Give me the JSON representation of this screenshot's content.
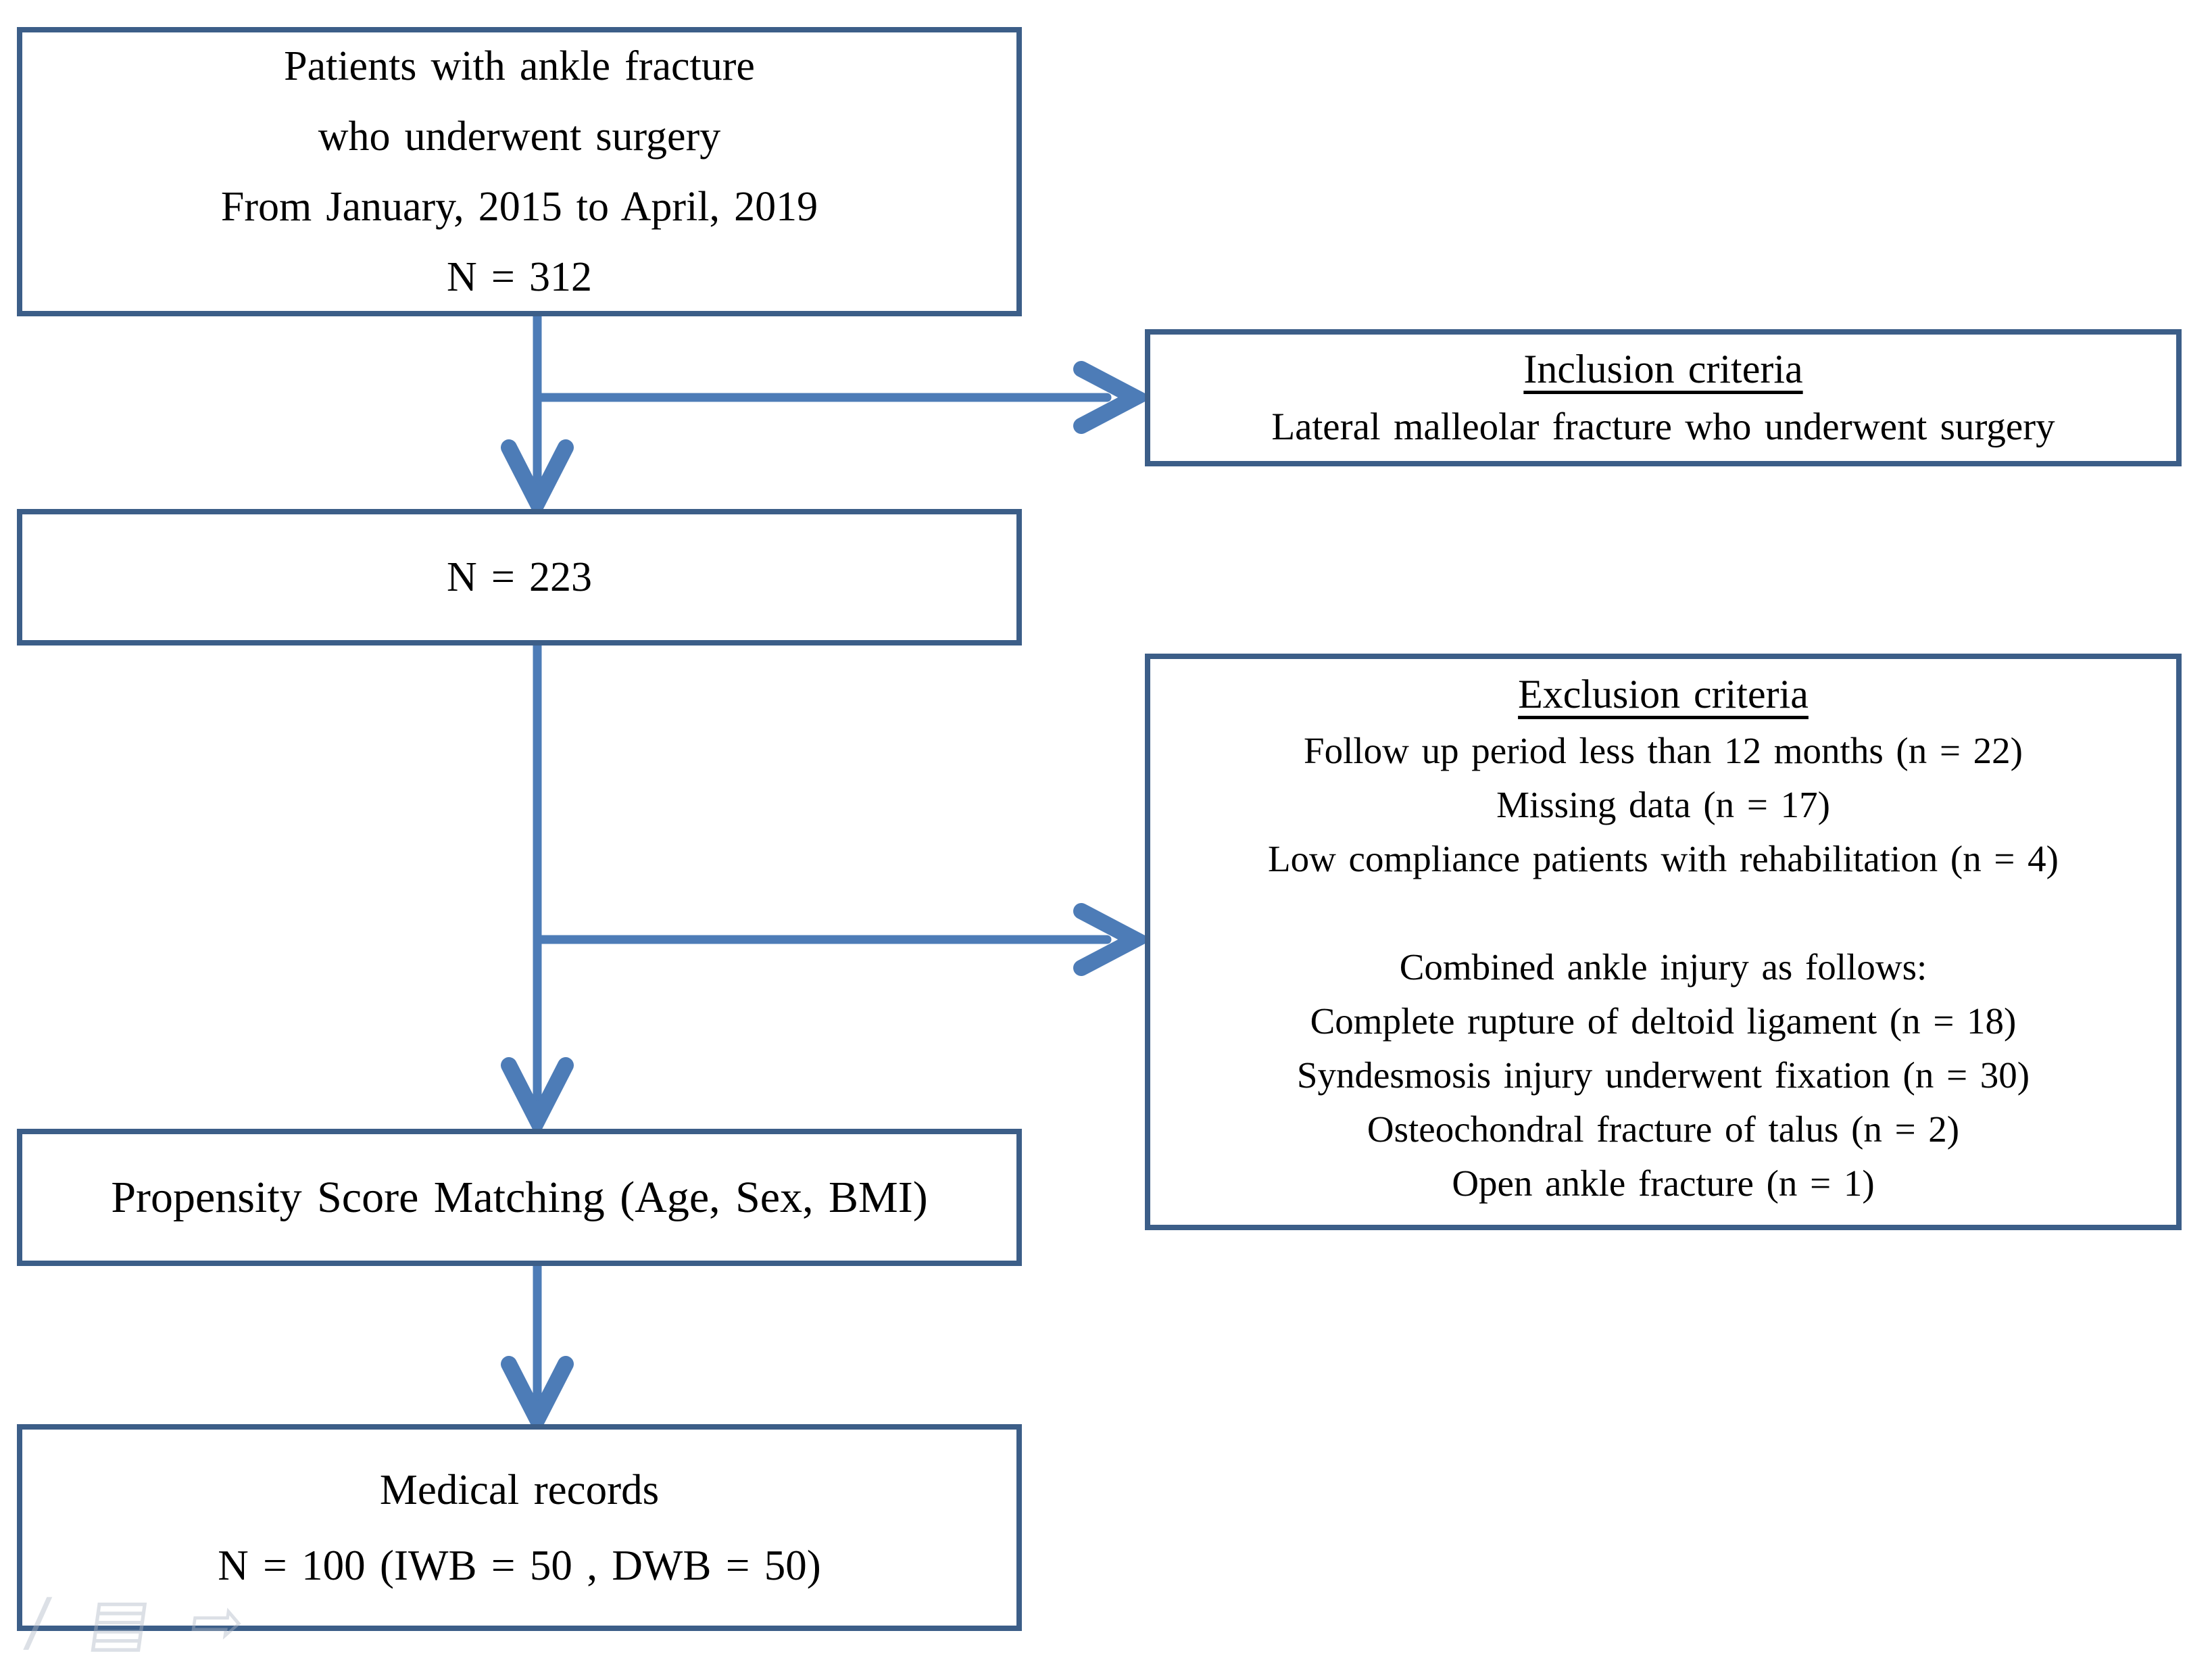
{
  "flow": {
    "colors": {
      "border": "#3c5e88",
      "arrow": "#4d7cb7",
      "text": "#000000",
      "background": "#ffffff"
    },
    "boxes": {
      "start": {
        "lines": [
          "Patients with ankle fracture",
          "who underwent surgery",
          "From January, 2015 to April, 2019",
          "N = 312"
        ]
      },
      "inclusion": {
        "title": "Inclusion criteria",
        "lines": [
          "Lateral malleolar fracture who underwent surgery"
        ]
      },
      "n223": {
        "lines": [
          "N = 223"
        ]
      },
      "exclusion": {
        "title": "Exclusion criteria",
        "lines": [
          "Follow up period less than 12 months (n = 22)",
          "Missing data (n = 17)",
          "Low compliance patients with rehabilitation (n = 4)",
          "",
          "Combined ankle injury as follows:",
          "Complete rupture of deltoid ligament (n = 18)",
          "Syndesmosis injury underwent fixation (n = 30)",
          "Osteochondral fracture of talus (n = 2)",
          "Open ankle fracture (n = 1)"
        ]
      },
      "propensity": {
        "lines": [
          "Propensity Score Matching (Age, Sex, BMI)"
        ]
      },
      "records": {
        "lines": [
          "Medical records",
          "N = 100 (IWB = 50 , DWB = 50)"
        ]
      }
    }
  },
  "watermark": {
    "glyphs": [
      "∕",
      "▤",
      "⇨"
    ]
  }
}
